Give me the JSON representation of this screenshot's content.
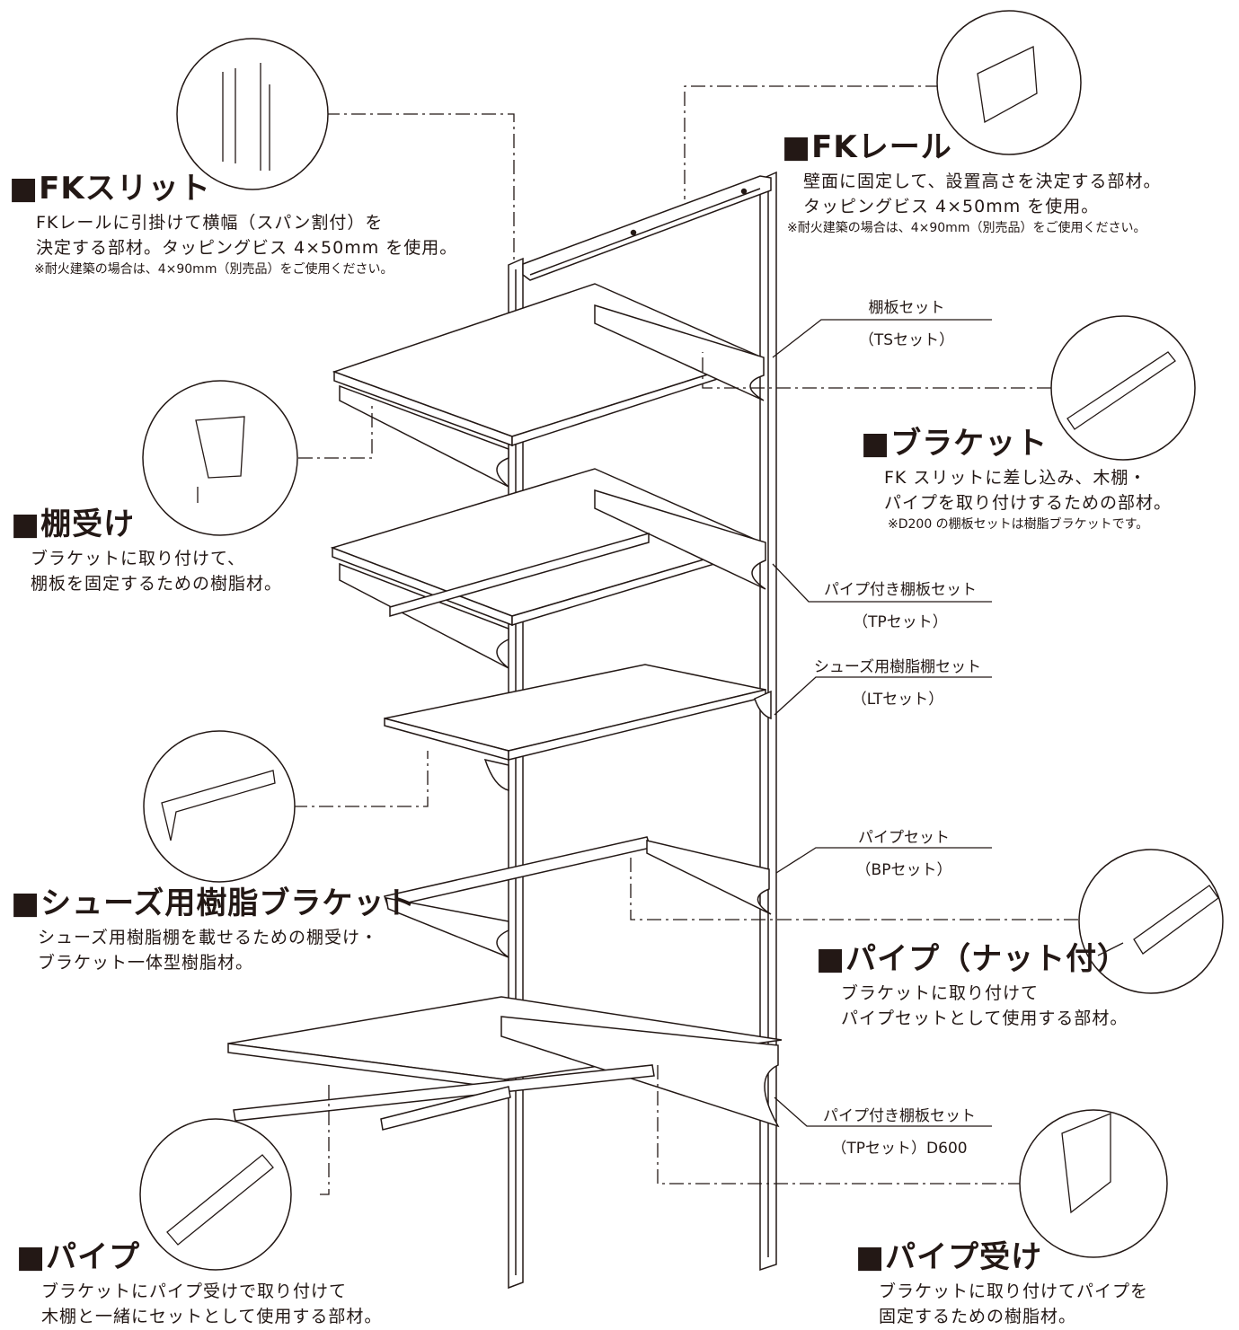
{
  "parts": {
    "fk_slit": {
      "title": "■FKスリット",
      "desc1": "FKレールに引掛けて横幅（スパン割付）を",
      "desc2": "決定する部材。タッピングビス 4×50mm を使用。",
      "note": "※耐火建築の場合は、4×90mm（別売品）をご使用ください。"
    },
    "fk_rail": {
      "title": "■FKレール",
      "desc1": "壁面に固定して、設置高さを決定する部材。",
      "desc2": "タッピングビス 4×50mm を使用。",
      "note": "※耐火建築の場合は、4×90mm（別売品）をご使用ください。"
    },
    "bracket": {
      "title": "■ブラケット",
      "desc1": "FK スリットに差し込み、木棚・",
      "desc2": "パイプを取り付けするための部材。",
      "note": "※D200 の棚板セットは樹脂ブラケットです。"
    },
    "shelf_holder": {
      "title": "■棚受け",
      "desc1": "ブラケットに取り付けて、",
      "desc2": "棚板を固定するための樹脂材。"
    },
    "shoes_bracket": {
      "title": "■シューズ用樹脂ブラケット",
      "desc1": "シューズ用樹脂棚を載せるための棚受け・",
      "desc2": "ブラケット一体型樹脂材。"
    },
    "pipe_nut": {
      "title": "■パイプ（ナット付）",
      "desc1": "ブラケットに取り付けて",
      "desc2": "パイプセットとして使用する部材。"
    },
    "pipe": {
      "title": "■パイプ",
      "desc1": "ブラケットにパイプ受けで取り付けて",
      "desc2": "木棚と一緒にセットとして使用する部材。"
    },
    "pipe_holder": {
      "title": "■パイプ受け",
      "desc1": "ブラケットに取り付けてパイプを",
      "desc2": "固定するための樹脂材。"
    }
  },
  "sets": {
    "ts": {
      "name": "棚板セット",
      "code": "（TSセット）"
    },
    "tp": {
      "name": "パイプ付き棚板セット",
      "code": "（TPセット）"
    },
    "lt": {
      "name": "シューズ用樹脂棚セット",
      "code": "（LTセット）"
    },
    "bp": {
      "name": "パイプセット",
      "code": "（BPセット）"
    },
    "tp600": {
      "name": "パイプ付き棚板セット",
      "code": "（TPセット）D600"
    }
  },
  "colors": {
    "line": "#231815",
    "text": "#231815"
  }
}
